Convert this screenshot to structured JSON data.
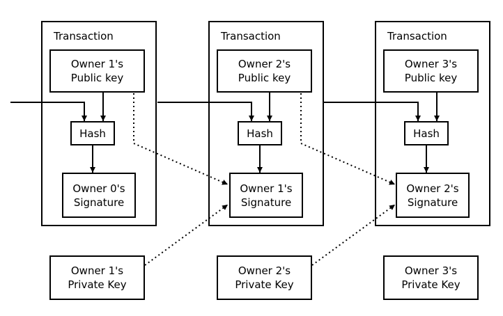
{
  "transactions": [
    {
      "title": "Transaction",
      "public_key": [
        "Owner 1's",
        "Public key"
      ],
      "hash": "Hash",
      "signature": [
        "Owner 0's",
        "Signature"
      ]
    },
    {
      "title": "Transaction",
      "public_key": [
        "Owner 2's",
        "Public key"
      ],
      "hash": "Hash",
      "signature": [
        "Owner 1's",
        "Signature"
      ]
    },
    {
      "title": "Transaction",
      "public_key": [
        "Owner 3's",
        "Public key"
      ],
      "hash": "Hash",
      "signature": [
        "Owner 2's",
        "Signature"
      ]
    }
  ],
  "private_keys": [
    [
      "Owner 1's",
      "Private Key"
    ],
    [
      "Owner 2's",
      "Private Key"
    ],
    [
      "Owner 3's",
      "Private Key"
    ]
  ],
  "colors": {
    "line": "#000000",
    "background": "#ffffff"
  }
}
